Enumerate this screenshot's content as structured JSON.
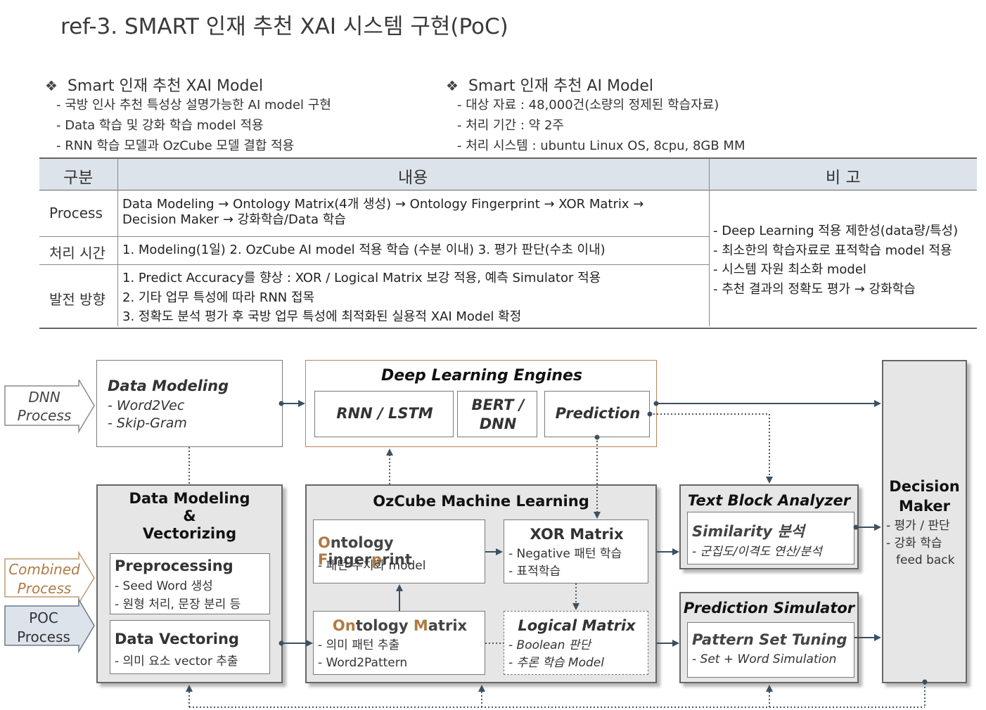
{
  "title": "ref-3. SMART 인재 추천 XAI 시스템 구현(PoC)",
  "left_section": {
    "heading": "Smart  인재 추천 XAI Model",
    "bullets": [
      "- 국방 인사 추천 특성상 설명가능한 AI model 구현",
      "- Data 학습 및 강화 학습 model 적용",
      "- RNN 학습 모델과 OzCube 모델 결합 적용"
    ]
  },
  "right_section": {
    "heading": "Smart  인재 추천 AI Model",
    "bullets": [
      "- 대상 자료 : 48,000건(소량의 정제된 학습자료)",
      "- 처리 기간 : 약 2주",
      "- 처리 시스템 : ubuntu  Linux  OS, 8cpu,  8GB MM"
    ]
  },
  "table": {
    "headers": [
      "구분",
      "내용",
      "비 고"
    ],
    "rows": [
      {
        "label": "Process",
        "lines": [
          "Data Modeling → Ontology Matrix(4개 생성) → Ontology Fingerprint → XOR Matrix →",
          "Decision Maker → 강화학습/Data 학습"
        ]
      },
      {
        "label": "처리 시간",
        "lines": [
          "1. Modeling(1일)  2. OzCube AI model 적용 학습 (수분 이내)  3. 평가 판단(수초 이내)"
        ]
      },
      {
        "label": "발전 방향",
        "lines": [
          "1.    Predict Accuracy를 향상 : XOR / Logical Matrix 보강 적용, 예측 Simulator 적용",
          "2.    기타 업무 특성에 따라 RNN 접목",
          "3.    정확도 분석 평가 후 국방 업무 특성에 최적화된 실용적 XAI Model 확정"
        ]
      }
    ],
    "remarks": [
      "- Deep Learning 적용 제한성(data량/특성)",
      "- 최소한의 학습자료로 표적학습 model 적용",
      "- 시스템 자원 최소화 model",
      "- 추천 결과의 정확도 평가 → 강화학습"
    ]
  },
  "diagram": {
    "process_arrows": {
      "dnn": [
        "DNN",
        "Process"
      ],
      "combined": [
        "Combined",
        "Process"
      ],
      "poc": [
        "POC",
        "Process"
      ]
    },
    "data_modeling_top": {
      "title": "Data Modeling",
      "items": [
        "- Word2Vec",
        "- Skip-Gram"
      ]
    },
    "deep_learning": {
      "title": "Deep Learning  Engines",
      "rnn": "RNN / LSTM",
      "bert": [
        "BERT /",
        "DNN"
      ],
      "prediction": "Prediction"
    },
    "dmv": {
      "title": [
        "Data Modeling",
        "&",
        "Vectorizing"
      ],
      "pre_title": "Preprocessing",
      "pre_items": [
        "- Seed Word 생성",
        "- 원형 처리, 문장 분리 등"
      ],
      "vec_title": "Data Vectoring",
      "vec_items": [
        "- 의미 요소 vector 추출"
      ]
    },
    "ozcube": {
      "title": "OzCube Machine Learning",
      "fingerprint": {
        "parts": [
          "O",
          "ntology ",
          "F",
          "inger",
          "p",
          "rint"
        ],
        "items": [
          "- 패턴 수치화 model"
        ]
      },
      "xor": {
        "title": "XOR Matrix",
        "items": [
          "- Negative 패턴 학습",
          "- 표적학습"
        ]
      },
      "ontology": {
        "parts": [
          "On",
          "tology ",
          "M",
          "atrix"
        ],
        "items": [
          "- 의미 패턴 추출",
          "- Word2Pattern"
        ]
      },
      "logical": {
        "title": "Logical Matrix",
        "items": [
          "- Boolean 판단",
          "- 추론 학습 Model"
        ]
      }
    },
    "text_block": {
      "title": "Text Block Analyzer",
      "inner_title": "Similarity 분석",
      "items": [
        "- 군집도/이격도 연산/분석"
      ]
    },
    "pred_sim": {
      "title": "Prediction Simulator",
      "inner_title": "Pattern Set Tuning",
      "items": [
        "- Set + Word Simulation"
      ]
    },
    "decision": {
      "title": [
        "Decision",
        "Maker"
      ],
      "items": [
        "- 평가 / 판단",
        "- 강화 학습",
        "feed back"
      ]
    }
  }
}
